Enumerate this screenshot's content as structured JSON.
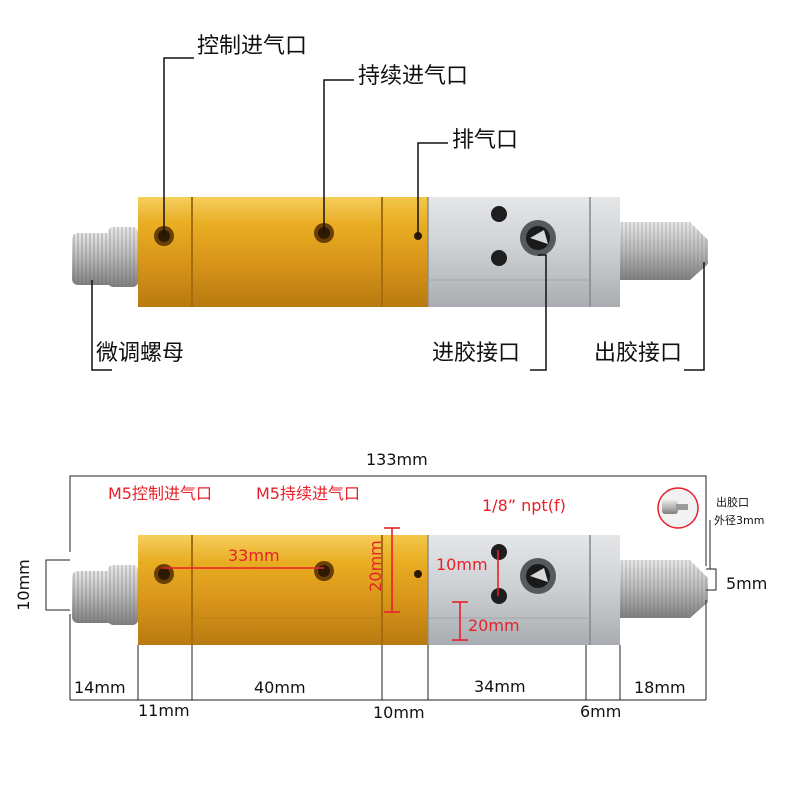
{
  "top_callouts": {
    "control_inlet": "控制进气口",
    "continuous_inlet": "持续进气口",
    "exhaust": "排气口",
    "adjust_nut": "微调螺母",
    "glue_inlet": "进胶接口",
    "glue_outlet": "出胶接口"
  },
  "dimensions": {
    "total_length": "133mm",
    "m5_control": "M5控制进气口",
    "m5_continuous": "M5持续进气口",
    "npt": "1/8” npt(f)",
    "outlet_label": "出胶口",
    "outlet_od": "外径3mm",
    "height_10": "10mm",
    "spacing_33": "33mm",
    "height_20_gold": "20mm",
    "spacing_10_silver": "10mm",
    "height_20_silver": "20mm",
    "tip_5": "5mm",
    "seg_14": "14mm",
    "seg_11": "11mm",
    "seg_40": "40mm",
    "seg_10": "10mm",
    "seg_34": "34mm",
    "seg_6": "6mm",
    "seg_18": "18mm"
  },
  "colors": {
    "gold": "#e0a21a",
    "silver": "#c9cccf",
    "annotation_red": "#e8202a"
  }
}
